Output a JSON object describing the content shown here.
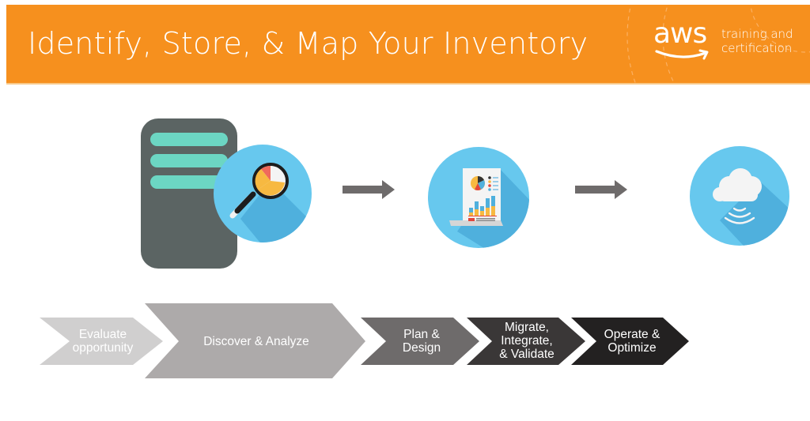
{
  "header": {
    "title": "Identify, Store, & Map Your Inventory",
    "brand_color": "#f6901e",
    "logo": {
      "wordmark": "aws",
      "tagline_line1": "training and",
      "tagline_line2": "certification"
    }
  },
  "illustrations": [
    {
      "name": "server-with-magnifier",
      "icon": "server-search-icon"
    },
    {
      "name": "report-document",
      "icon": "report-chart-icon"
    },
    {
      "name": "cloud-wireless",
      "icon": "cloud-signal-icon"
    }
  ],
  "process": {
    "steps": [
      {
        "label_line1": "Evaluate",
        "label_line2": "opportunity",
        "label_line3": "",
        "color": "#d0cfcf",
        "emphasized": false
      },
      {
        "label_line1": "Discover & Analyze",
        "label_line2": "",
        "label_line3": "",
        "color": "#adaaaa",
        "emphasized": true
      },
      {
        "label_line1": "Plan &",
        "label_line2": "Design",
        "label_line3": "",
        "color": "#6e6b6b",
        "emphasized": false
      },
      {
        "label_line1": "Migrate,",
        "label_line2": "Integrate,",
        "label_line3": "& Validate",
        "color": "#3a3737",
        "emphasized": false
      },
      {
        "label_line1": "Operate &",
        "label_line2": "Optimize",
        "label_line3": "",
        "color": "#232121",
        "emphasized": false
      }
    ]
  }
}
